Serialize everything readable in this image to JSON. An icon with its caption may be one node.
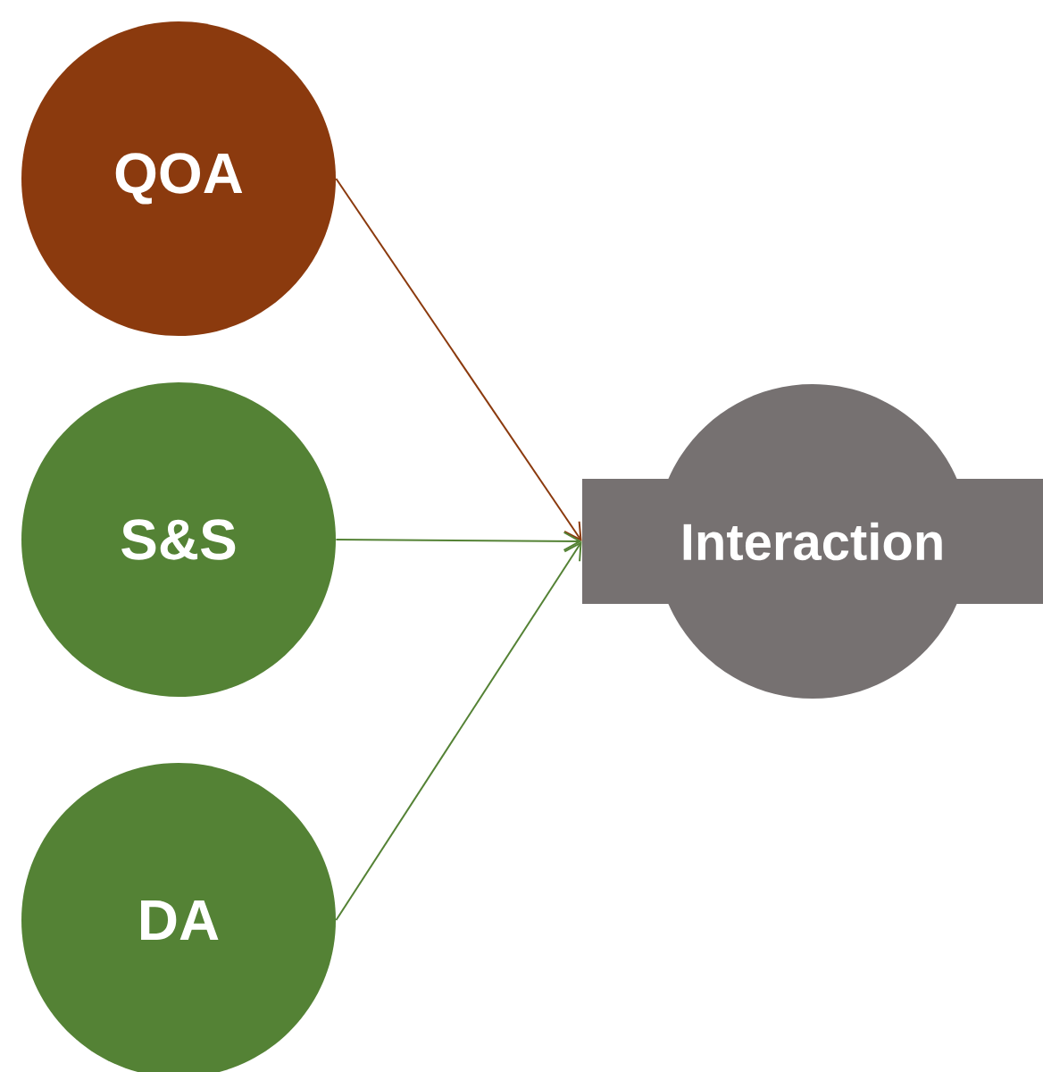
{
  "diagram": {
    "nodes": [
      {
        "text": [
          "QOA"
        ]
      },
      {
        "text": [
          "S&S"
        ]
      },
      {
        "text": [
          "DA"
        ]
      },
      {
        "text": [
          "Interaction"
        ]
      }
    ],
    "edges": [
      {
        "from": 0,
        "to": 3,
        "arrow": "to",
        "color": "#8b3a0e"
      },
      {
        "from": 1,
        "to": 3,
        "arrow": "to"
      },
      {
        "from": 2,
        "to": 3,
        "arrow": "to"
      }
    ]
  }
}
